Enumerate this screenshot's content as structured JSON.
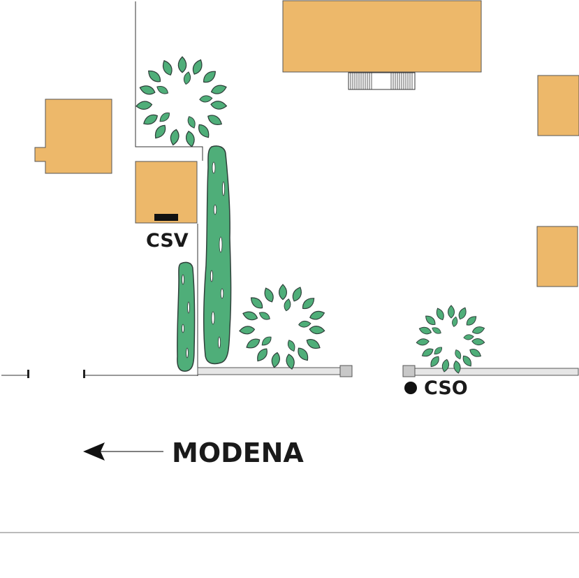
{
  "labels": {
    "csv": "CSV",
    "cso": "CSO",
    "direction": "MODENA"
  },
  "colors": {
    "building": "#EDB86A",
    "building_stroke": "#555555",
    "tree": "#4FAE79",
    "tree_stroke": "#2F3F3A",
    "wall": "#E6E6E6",
    "line": "#333333",
    "marker": "#111111"
  },
  "icons": {
    "arrow": "arrow-left-icon",
    "marker": "dot-marker-icon",
    "tree": "tree-icon"
  }
}
